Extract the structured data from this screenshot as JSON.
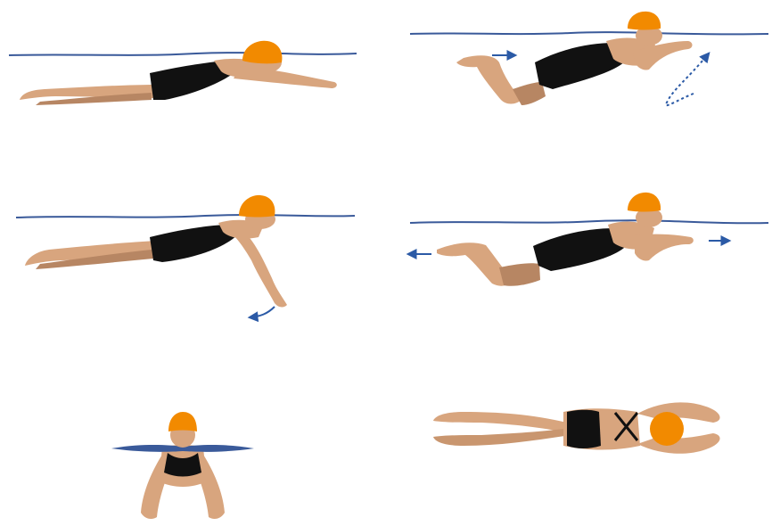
{
  "colors": {
    "background": "#ffffff",
    "water_line": "#3a5a9a",
    "arrow": "#2b5aa6",
    "skin": "#d8a57e",
    "skin_shadow": "#b78663",
    "swimsuit": "#111111",
    "cap": "#f28a00"
  },
  "panels": [
    {
      "name": "glide-phase",
      "view": "side"
    },
    {
      "name": "kick-recovery-phase",
      "view": "side"
    },
    {
      "name": "arm-pull-phase",
      "view": "side"
    },
    {
      "name": "kick-extension-phase",
      "view": "side"
    },
    {
      "name": "front-view",
      "view": "front"
    },
    {
      "name": "top-view",
      "view": "top"
    }
  ]
}
